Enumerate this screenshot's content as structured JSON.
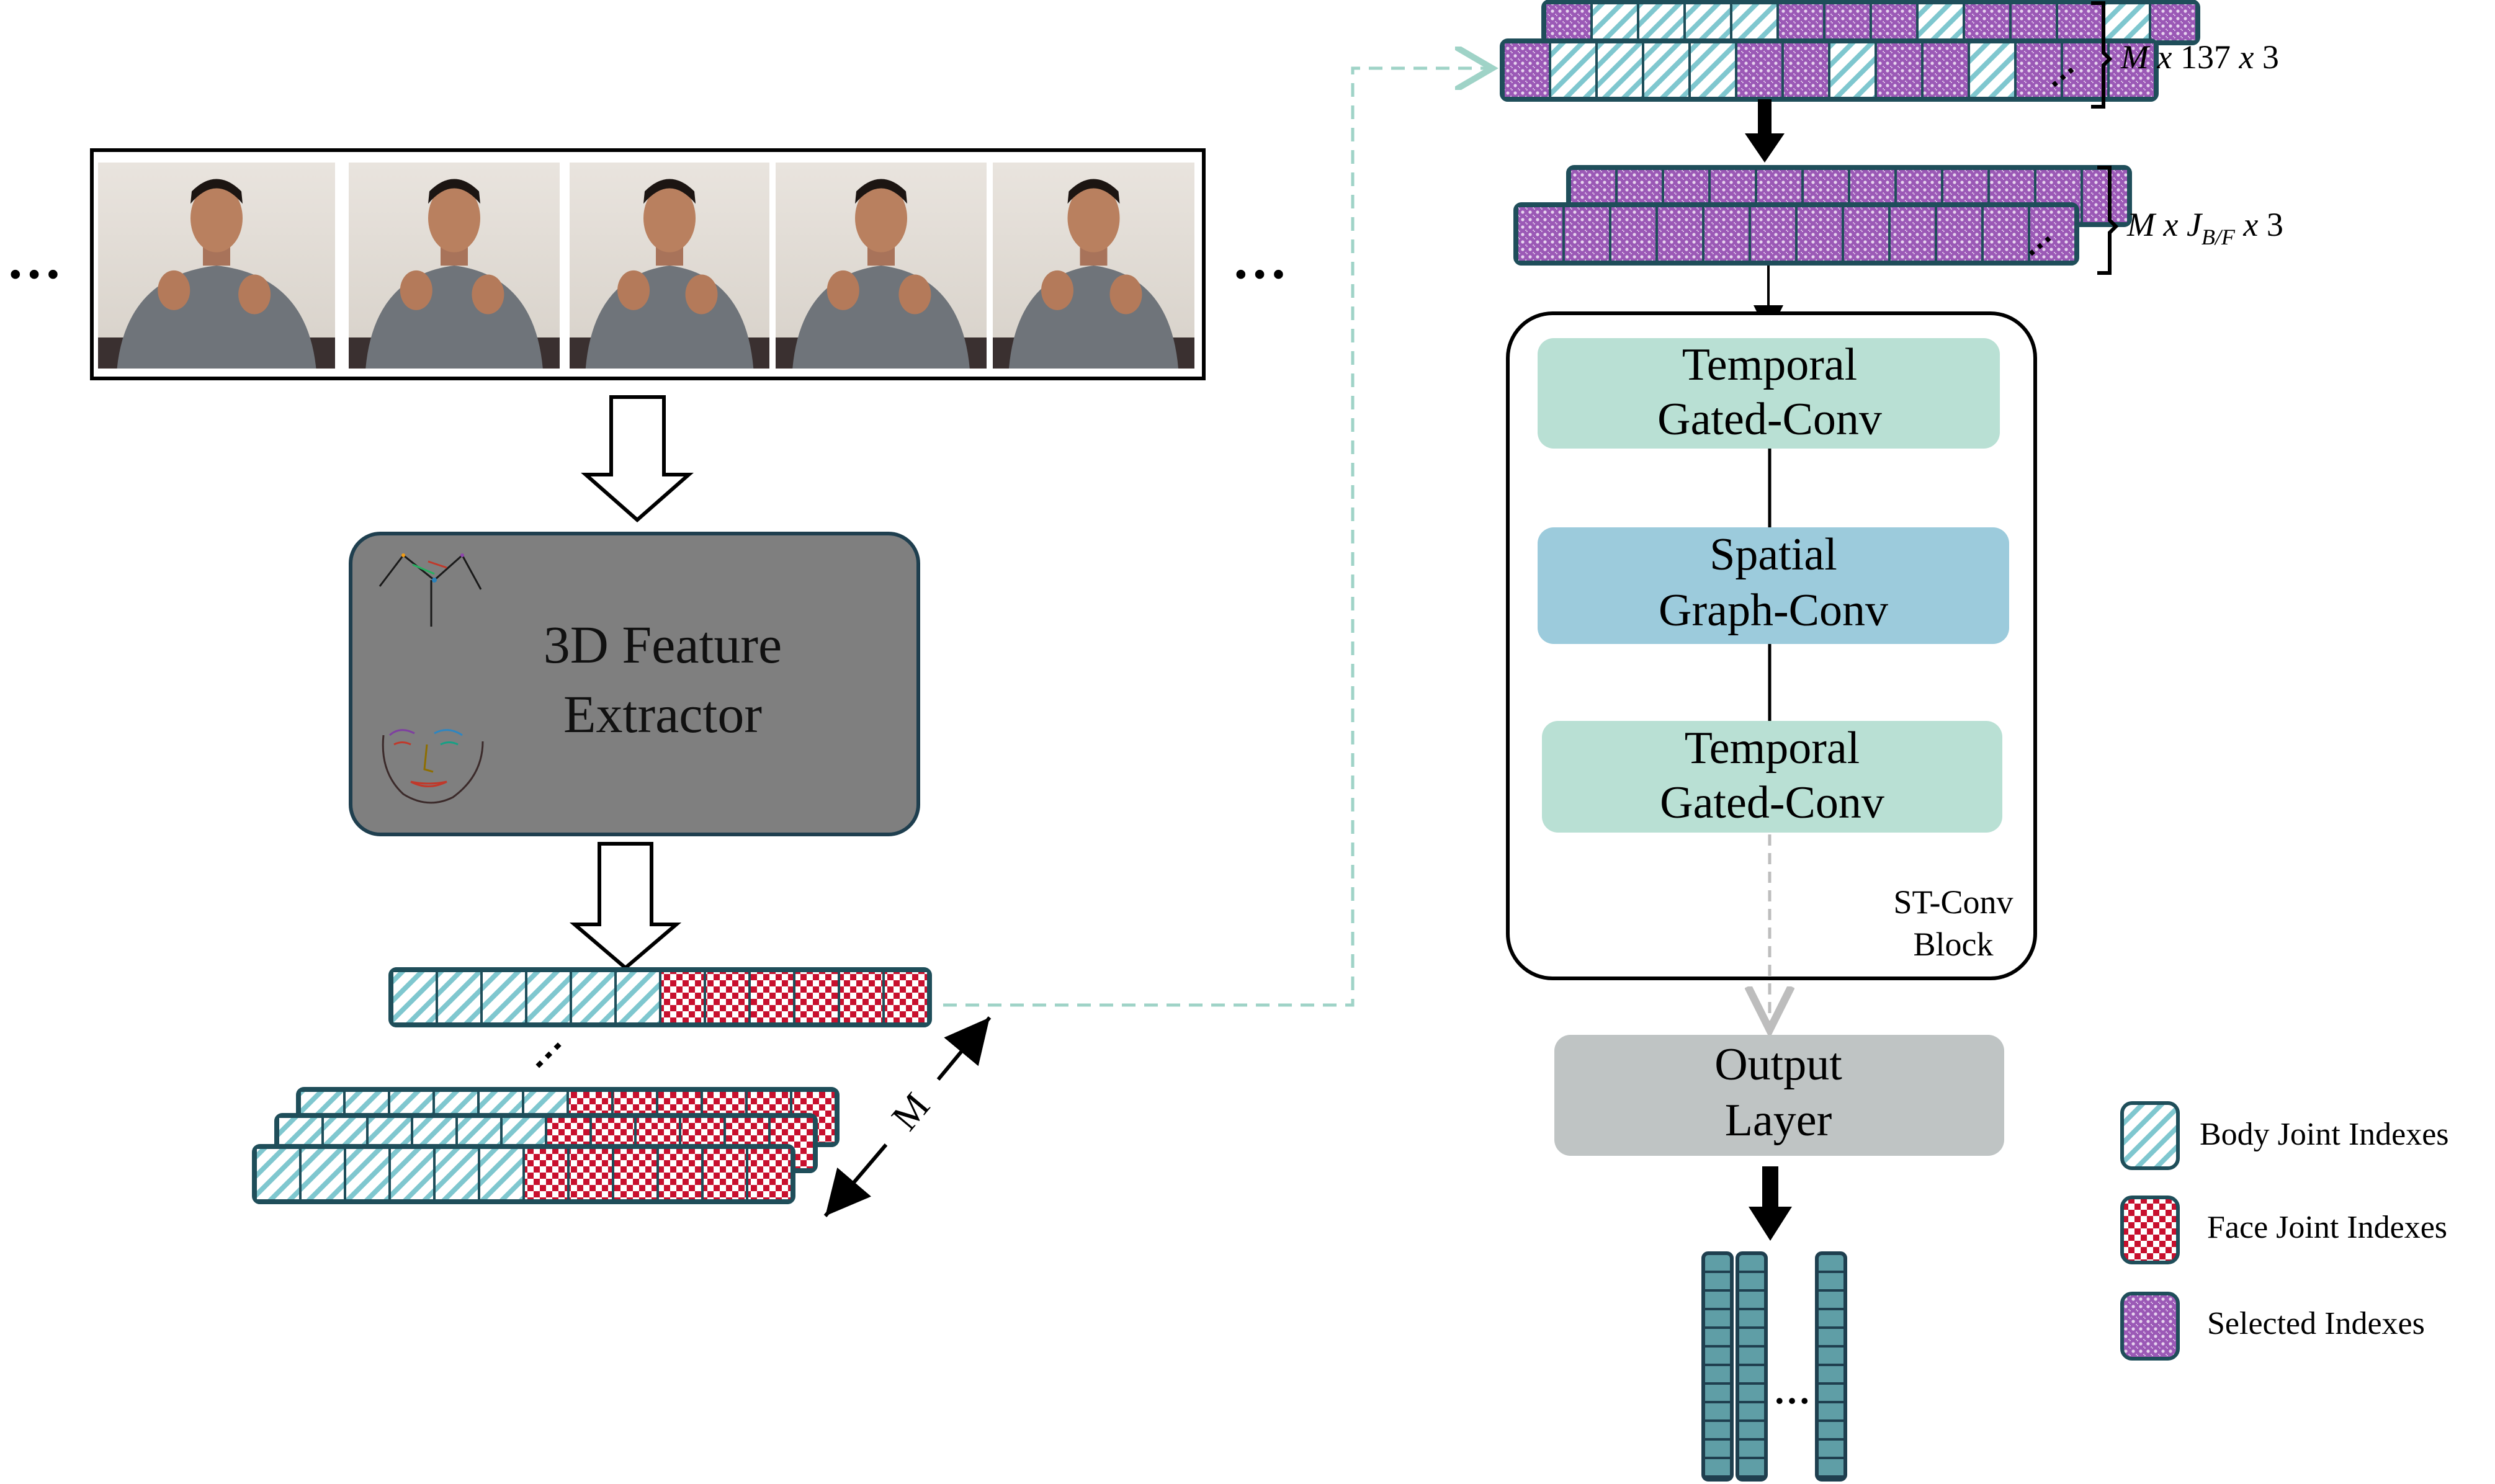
{
  "frames": {
    "ellipsis_left": "…",
    "ellipsis_right": "…",
    "frame_count": 5
  },
  "extractor": {
    "line1": "3D Feature",
    "line2": "Extractor"
  },
  "input_tensor": {
    "body_cells": 6,
    "face_cells": 6,
    "stack_ellipsis": "⋮",
    "depth_label": "M"
  },
  "top_tensor": {
    "shape_M": "M",
    "shape_x1": "x",
    "shape_n": "137",
    "shape_x2": "x",
    "shape_c": "3"
  },
  "selected_tensor": {
    "shape_M": "M",
    "shape_x1": "x",
    "shape_J": "J",
    "shape_sub": "B/F",
    "shape_x2": "x",
    "shape_c": "3"
  },
  "st_block": {
    "temporal1_line1": "Temporal",
    "temporal1_line2": "Gated-Conv",
    "spatial_line1": "Spatial",
    "spatial_line2": "Graph-Conv",
    "temporal2_line1": "Temporal",
    "temporal2_line2": "Gated-Conv",
    "block_label_line1": "ST-Conv",
    "block_label_line2": "Block"
  },
  "output_layer": {
    "line1": "Output",
    "line2": "Layer",
    "ellipsis": "…"
  },
  "legend": {
    "body": "Body Joint Indexes",
    "face": "Face Joint Indexes",
    "selected": "Selected Indexes"
  },
  "colors": {
    "cell_border": "#1f4e5a",
    "body_hatch": "#7fc7cf",
    "face_check": "#c8102e",
    "selected_fill": "#8e44ad",
    "temporal_box": "#b9e0d4",
    "spatial_box": "#9ccbdc",
    "output_box": "#bfc4c4",
    "extractor_box": "#7f7f7f",
    "output_column": "#5f9ea6",
    "dashed_link": "#9fd3c7"
  }
}
